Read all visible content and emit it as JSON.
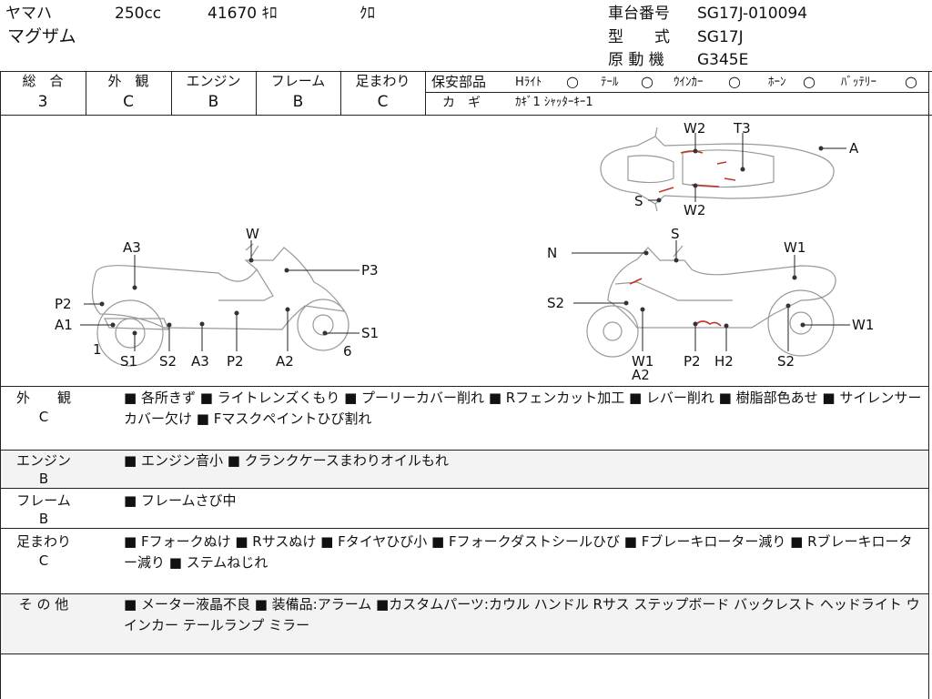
{
  "header": {
    "maker": "ヤマハ",
    "cc": "250cc",
    "mileage": "41670 ｷﾛ",
    "color": "ｸﾛ",
    "model_name": "マグザム",
    "frame_no_label": "車台番号",
    "frame_no": "SG17J-010094",
    "type_label": "型　　式",
    "type": "SG17J",
    "engine_label": "原 動 機",
    "engine": "G345E"
  },
  "grades": [
    {
      "label": "総　合",
      "value": "3"
    },
    {
      "label": "外　観",
      "value": "C"
    },
    {
      "label": "エンジン",
      "value": "B"
    },
    {
      "label": "フレーム",
      "value": "B"
    },
    {
      "label": "足まわり",
      "value": "C"
    }
  ],
  "safety": {
    "label": "保安部品",
    "items": [
      {
        "name": "Hﾗｲﾄ",
        "mark": "○"
      },
      {
        "name": "ﾃｰﾙ",
        "mark": "○"
      },
      {
        "name": "ｳｲﾝｶｰ",
        "mark": "○"
      },
      {
        "name": "ﾎｰﾝ",
        "mark": "○"
      },
      {
        "name": "ﾊﾞｯﾃﾘｰ",
        "mark": "○"
      }
    ],
    "key_label": "カ　ギ",
    "key_value": "ｶｷﾞ1 ｼｬｯﾀｰｷｰ1"
  },
  "diagram": {
    "left_labels": [
      "W",
      "A3",
      "P3",
      "P2",
      "A1",
      "S1",
      "1",
      "S1",
      "S2",
      "A3",
      "P2",
      "A2",
      "6"
    ],
    "right_labels": [
      "N",
      "S",
      "W1",
      "S2",
      "W1",
      "W1",
      "A2",
      "P2",
      "H2",
      "S2"
    ],
    "top_labels": [
      "W2",
      "T3",
      "A",
      "S",
      "W2"
    ]
  },
  "notes": [
    {
      "category": "外　　観",
      "grade": "C",
      "text": "■ 各所きず ■ ライトレンズくもり ■ プーリーカバー削れ ■ Rフェンカット加工 ■ レバー削れ ■ 樹脂部色あせ ■ サイレンサーカバー欠け ■ Fマスクペイントひび割れ"
    },
    {
      "category": "エンジン",
      "grade": "B",
      "text": "■ エンジン音小 ■ クランクケースまわりオイルもれ"
    },
    {
      "category": "フレーム",
      "grade": "B",
      "text": "■ フレームさび中"
    },
    {
      "category": "足まわり",
      "grade": "C",
      "text": "■ Fフォークぬけ ■ Rサスぬけ ■ Fタイヤひび小 ■ Fフォークダストシールひび ■ Fブレーキローター減り ■ Rブレーキローター減り ■ ステムねじれ"
    },
    {
      "category": "そ の 他",
      "grade": "",
      "text": "■ メーター液晶不良 ■ 装備品:アラーム ■カスタムパーツ:カウル ハンドル Rサス ステップボード バックレスト ヘッドライト ウインカー テールランプ ミラー"
    }
  ]
}
